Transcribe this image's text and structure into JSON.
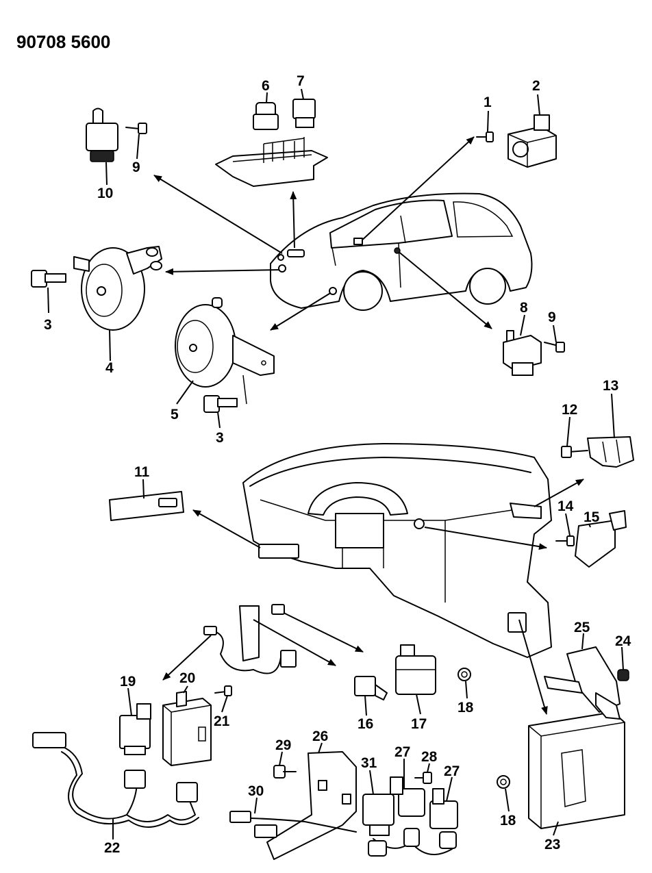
{
  "drawing_number": "90708 5600",
  "callouts": [
    "1",
    "2",
    "3",
    "4",
    "5",
    "6",
    "7",
    "8",
    "9",
    "10",
    "11",
    "12",
    "13",
    "14",
    "15",
    "16",
    "17",
    "18",
    "19",
    "20",
    "21",
    "22",
    "23",
    "24",
    "25",
    "26",
    "27",
    "28",
    "29",
    "30",
    "31"
  ]
}
